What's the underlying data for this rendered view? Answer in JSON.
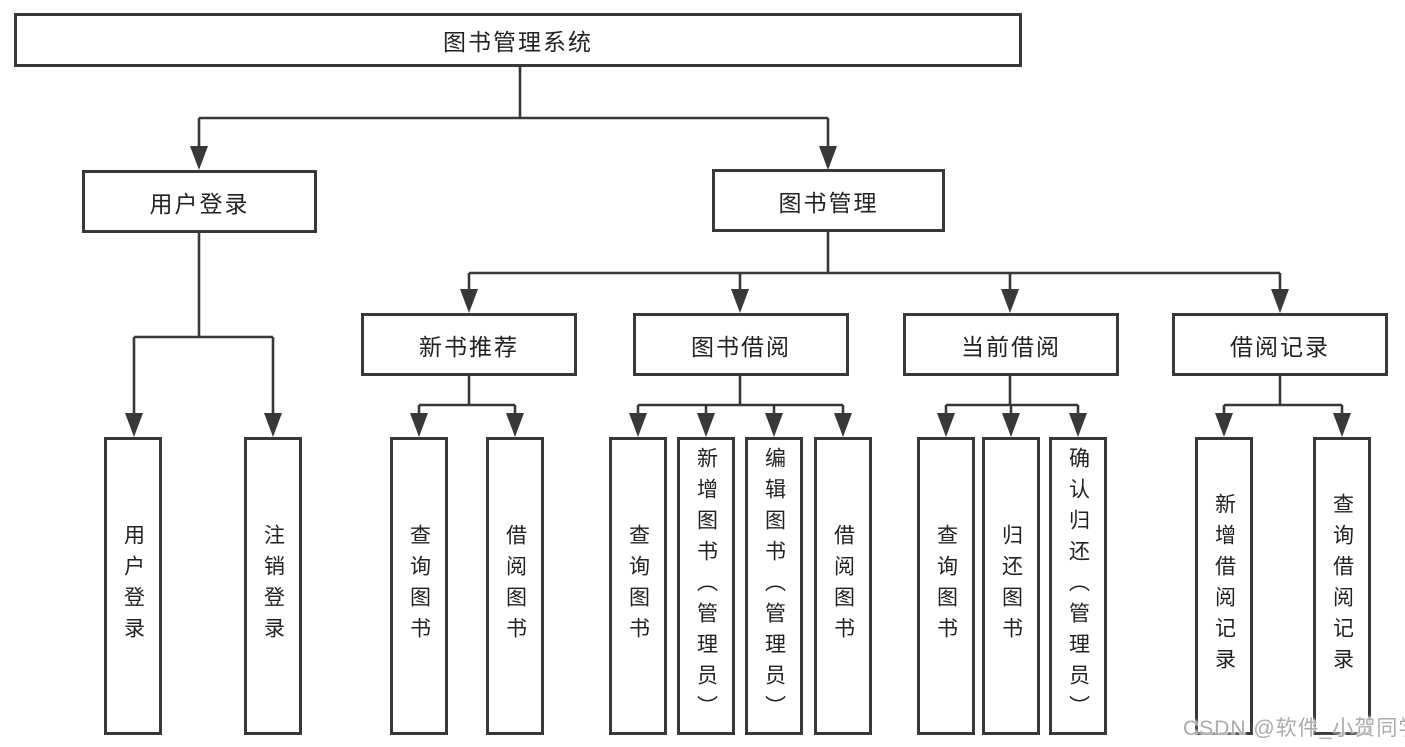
{
  "diagram": {
    "root": "图书管理系统",
    "level2": [
      "用户登录",
      "图书管理"
    ],
    "level3": [
      "新书推荐",
      "图书借阅",
      "当前借阅",
      "借阅记录"
    ],
    "leaves": {
      "user_login": [
        "用户登录",
        "注销登录"
      ],
      "new_book": [
        "查询图书",
        "借阅图书"
      ],
      "book_borrow": [
        "查询图书",
        "新增图书（管理员）",
        "编辑图书（管理员）",
        "借阅图书"
      ],
      "current_borrow": [
        "查询图书",
        "归还图书",
        "确认归还（管理员）"
      ],
      "borrow_record": [
        "新增借阅记录",
        "查询借阅记录"
      ]
    }
  },
  "watermark": {
    "text": "CSDN @软件_小贺同学",
    "color": "#ababab"
  },
  "colors": {
    "line": "#383838",
    "box_border": "#383838",
    "text": "#222222",
    "background": "#ffffff"
  }
}
